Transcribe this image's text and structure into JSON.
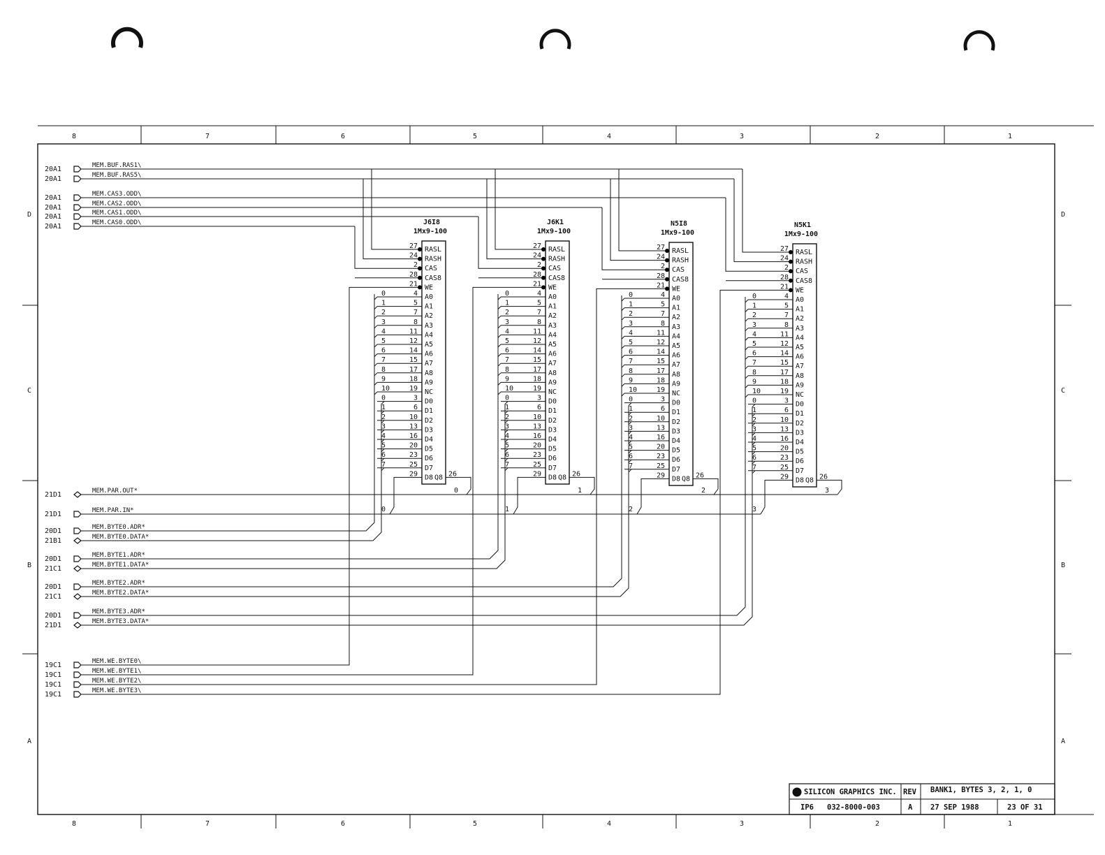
{
  "sheet": {
    "title_block": {
      "company": "SILICON GRAPHICS INC.",
      "rev_label": "REV",
      "rev": "A",
      "title": "BANK1, BYTES 3, 2, 1, 0",
      "project": "IP6",
      "drawing_number": "032-8000-003",
      "date": "27 SEP 1988",
      "sheet": "23 OF 31"
    },
    "zones": {
      "columns": [
        "8",
        "7",
        "6",
        "5",
        "4",
        "3",
        "2",
        "1"
      ],
      "rows": [
        "D",
        "C",
        "B",
        "A"
      ]
    }
  },
  "left_signals": [
    {
      "ref": "20A1",
      "name": "MEM.BUF.RAS1\\",
      "type": "in"
    },
    {
      "ref": "20A1",
      "name": "MEM.BUF.RAS5\\",
      "type": "in"
    },
    {
      "ref": "20A1",
      "name": "MEM.CAS3.ODD\\",
      "type": "in"
    },
    {
      "ref": "20A1",
      "name": "MEM.CAS2.ODD\\",
      "type": "in"
    },
    {
      "ref": "20A1",
      "name": "MEM.CAS1.ODD\\",
      "type": "in"
    },
    {
      "ref": "20A1",
      "name": "MEM.CAS0.ODD\\",
      "type": "in"
    },
    {
      "ref": "21D1",
      "name": "MEM.PAR.OUT*",
      "type": "bidir"
    },
    {
      "ref": "21D1",
      "name": "MEM.PAR.IN*",
      "type": "in"
    },
    {
      "ref": "20D1",
      "name": "MEM.BYTE0.ADR*",
      "type": "in"
    },
    {
      "ref": "21B1",
      "name": "MEM.BYTE0.DATA*",
      "type": "bidir"
    },
    {
      "ref": "20D1",
      "name": "MEM.BYTE1.ADR*",
      "type": "in"
    },
    {
      "ref": "21C1",
      "name": "MEM.BYTE1.DATA*",
      "type": "bidir"
    },
    {
      "ref": "20D1",
      "name": "MEM.BYTE2.ADR*",
      "type": "in"
    },
    {
      "ref": "21C1",
      "name": "MEM.BYTE2.DATA*",
      "type": "bidir"
    },
    {
      "ref": "20D1",
      "name": "MEM.BYTE3.ADR*",
      "type": "in"
    },
    {
      "ref": "21D1",
      "name": "MEM.BYTE3.DATA*",
      "type": "bidir"
    },
    {
      "ref": "19C1",
      "name": "MEM.WE.BYTE0\\",
      "type": "in"
    },
    {
      "ref": "19C1",
      "name": "MEM.WE.BYTE1\\",
      "type": "in"
    },
    {
      "ref": "19C1",
      "name": "MEM.WE.BYTE2\\",
      "type": "in"
    },
    {
      "ref": "19C1",
      "name": "MEM.WE.BYTE3\\",
      "type": "in"
    }
  ],
  "chips": [
    {
      "ref": "J6I8",
      "part": "1Mx9-100",
      "byte": "0"
    },
    {
      "ref": "J6K1",
      "part": "1Mx9-100",
      "byte": "1"
    },
    {
      "ref": "N5I8",
      "part": "1Mx9-100",
      "byte": "2"
    },
    {
      "ref": "N5K1",
      "part": "1Mx9-100",
      "byte": "3"
    }
  ],
  "chip_pins": [
    {
      "bus": "",
      "pin": "27",
      "name": "RASL",
      "bubble": true
    },
    {
      "bus": "",
      "pin": "24",
      "name": "RASH",
      "bubble": true
    },
    {
      "bus": "",
      "pin": "2",
      "name": "CAS",
      "bubble": true
    },
    {
      "bus": "",
      "pin": "28",
      "name": "CAS8",
      "bubble": true
    },
    {
      "bus": "",
      "pin": "21",
      "name": "WE",
      "bubble": true
    },
    {
      "bus": "0",
      "pin": "4",
      "name": "A0",
      "bubble": false
    },
    {
      "bus": "1",
      "pin": "5",
      "name": "A1",
      "bubble": false
    },
    {
      "bus": "2",
      "pin": "7",
      "name": "A2",
      "bubble": false
    },
    {
      "bus": "3",
      "pin": "8",
      "name": "A3",
      "bubble": false
    },
    {
      "bus": "4",
      "pin": "11",
      "name": "A4",
      "bubble": false
    },
    {
      "bus": "5",
      "pin": "12",
      "name": "A5",
      "bubble": false
    },
    {
      "bus": "6",
      "pin": "14",
      "name": "A6",
      "bubble": false
    },
    {
      "bus": "7",
      "pin": "15",
      "name": "A7",
      "bubble": false
    },
    {
      "bus": "8",
      "pin": "17",
      "name": "A8",
      "bubble": false
    },
    {
      "bus": "9",
      "pin": "18",
      "name": "A9",
      "bubble": false
    },
    {
      "bus": "10",
      "pin": "19",
      "name": "NC",
      "bubble": false
    },
    {
      "bus": "0",
      "pin": "3",
      "name": "D0",
      "bubble": false
    },
    {
      "bus": "1",
      "pin": "6",
      "name": "D1",
      "bubble": false
    },
    {
      "bus": "2",
      "pin": "10",
      "name": "D2",
      "bubble": false
    },
    {
      "bus": "3",
      "pin": "13",
      "name": "D3",
      "bubble": false
    },
    {
      "bus": "4",
      "pin": "16",
      "name": "D4",
      "bubble": false
    },
    {
      "bus": "5",
      "pin": "20",
      "name": "D5",
      "bubble": false
    },
    {
      "bus": "6",
      "pin": "23",
      "name": "D6",
      "bubble": false
    },
    {
      "bus": "7",
      "pin": "25",
      "name": "D7",
      "bubble": false
    },
    {
      "bus": "",
      "pin": "29",
      "name": "D8",
      "bubble": false
    }
  ],
  "q8": {
    "name": "Q8",
    "pin": "26"
  }
}
